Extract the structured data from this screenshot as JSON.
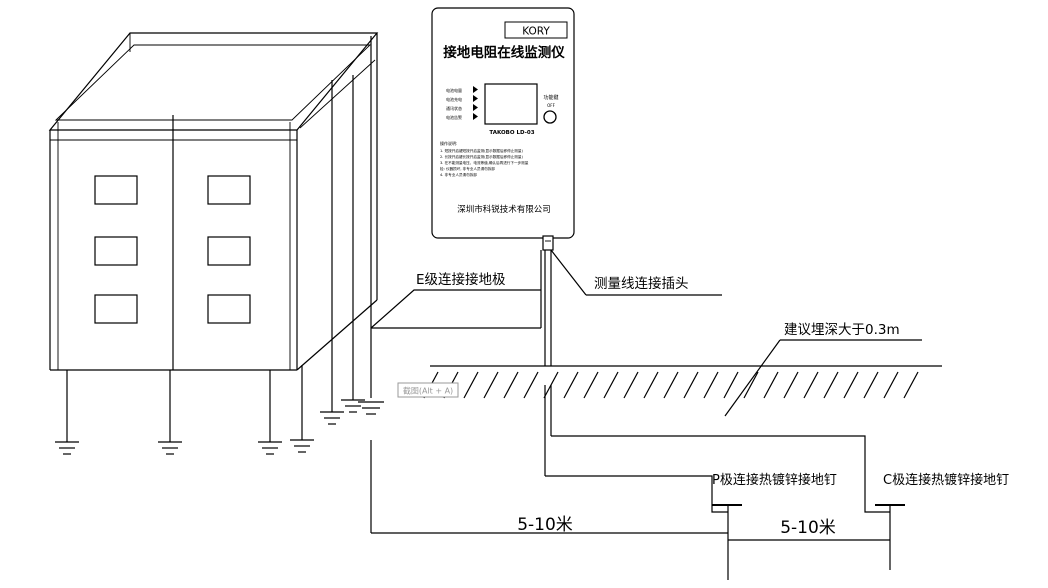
{
  "device": {
    "brand": "KORY",
    "title": "接地电阻在线监测仪",
    "indicators": [
      "电池电量",
      "电池充电",
      "通讯状态",
      "电池告警"
    ],
    "knob_label": "功能键",
    "model": "TAKOBO LD-03",
    "instructions_title": "操作说明:",
    "instructions": [
      "1. 短按开启键短按开启监测(显示数据后即停止测量)",
      "2. 长按开启键长按开启监测(显示数据后即停止测量)",
      "3. 在不能测量电压、电流等值,确认后再进行下一步测量",
      "检: 仪器损坏, 非专业人员请勿拆卸",
      "4. 非专业人员请勿拆卸"
    ],
    "company": "深圳市科锐技术有限公司"
  },
  "labels": {
    "e_pole": "E级连接接地极",
    "plug": "测量线连接插头",
    "depth": "建议埋深大于0.3m",
    "p_pole": "P极连接热镀锌接地钉",
    "c_pole": "C极连接热镀锌接地钉",
    "dist_1": "5-10米",
    "dist_2": "5-10米",
    "watermark": "截图(Alt + A)"
  },
  "colors": {
    "line": "#000000",
    "watermark": "#9a9a9a",
    "background": "#ffffff"
  }
}
